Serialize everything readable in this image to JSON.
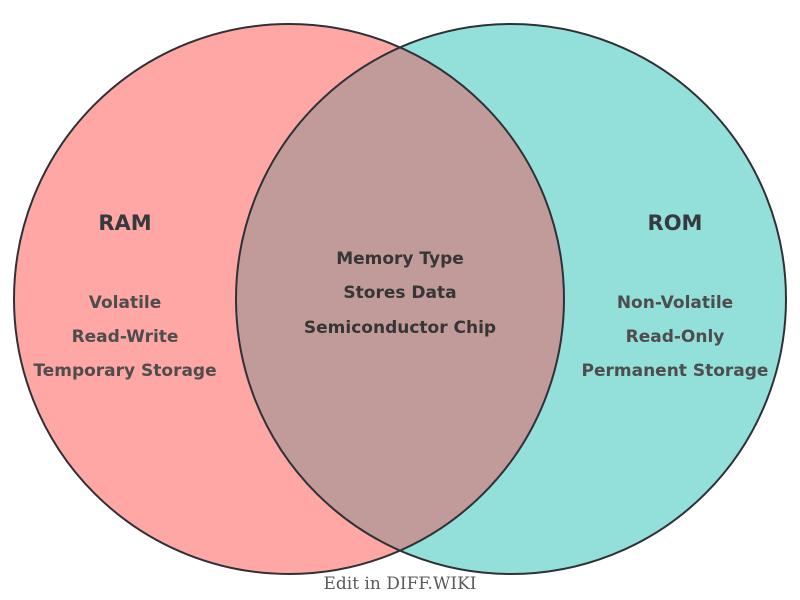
{
  "diagram": {
    "left_set": {
      "title": "RAM",
      "items": [
        "Volatile",
        "Read-Write",
        "Temporary Storage"
      ],
      "fill_color": "#FFA7A4"
    },
    "right_set": {
      "title": "ROM",
      "items": [
        "Non-Volatile",
        "Read-Only",
        "Permanent Storage"
      ],
      "fill_color": "#92E0D9"
    },
    "intersection": {
      "items": [
        "Memory Type",
        "Stores Data",
        "Semiconductor Chip"
      ],
      "fill_color": "#C19A9A"
    },
    "outline_color": "#2F3136",
    "title_text_color": "#36393E",
    "item_text_color": "#4D4D4D",
    "center_text_color": "#363636"
  },
  "footer": {
    "caption": "Edit in DIFF.WIKI",
    "caption_color": "#5A5A5A"
  }
}
